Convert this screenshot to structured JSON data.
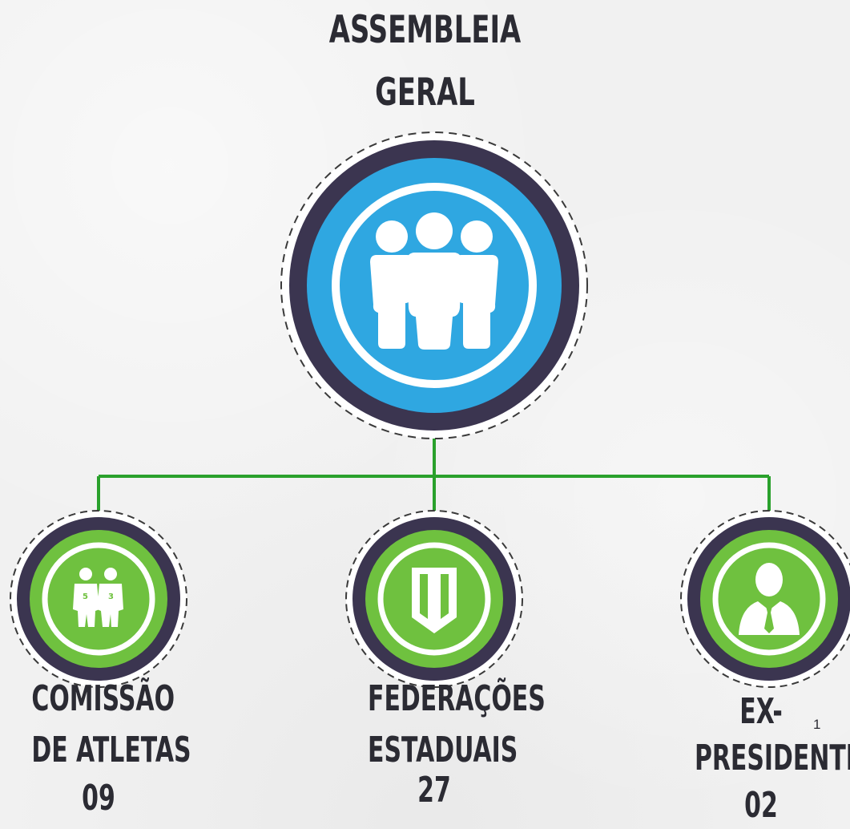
{
  "header": {
    "line1": "ASSEMBLEIA",
    "line2": "GERAL"
  },
  "colors": {
    "dark_ring": "#3b3550",
    "blue": "#2fa7e1",
    "green": "#6fc13f",
    "connector": "#2aa12c",
    "white": "#ffffff",
    "text": "#2b2b33"
  },
  "nodes": [
    {
      "icon": "athletes-icon",
      "label_lines": [
        "COMISSÃO",
        "DE ATLETAS"
      ],
      "count": "09"
    },
    {
      "icon": "shield-icon",
      "label_lines": [
        "FEDERAÇÕES",
        "ESTADUAIS"
      ],
      "count": "27"
    },
    {
      "icon": "businessman-icon",
      "label_lines": [
        "EX-",
        "PRESIDENTES"
      ],
      "count": "02"
    }
  ],
  "footnote_marker": "1"
}
